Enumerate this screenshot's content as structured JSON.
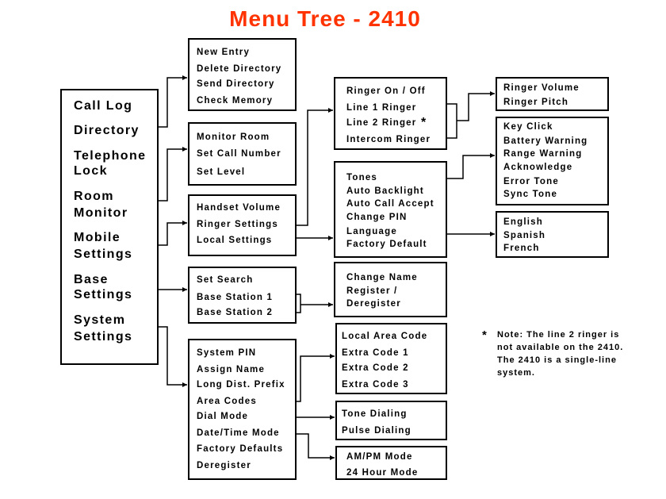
{
  "title": "Menu Tree - 2410",
  "colors": {
    "title": "#ff3300",
    "lines": "#000000",
    "background": "#ffffff"
  },
  "main_menu": {
    "call_log": "Call Log",
    "directory": "Directory",
    "telephone": "Telephone",
    "lock": "Lock",
    "room": "Room",
    "monitor": "Monitor",
    "mobile": "Mobile",
    "mobile_settings": "Settings",
    "base": "Base",
    "base_settings": "Settings",
    "system": "System",
    "system_settings": "Settings"
  },
  "directory_menu": [
    "New Entry",
    "Delete Directory",
    "Send Directory",
    "Check Memory"
  ],
  "room_monitor_menu": [
    "Monitor Room",
    "Set Call Number",
    "Set Level"
  ],
  "mobile_settings_menu": [
    "Handset Volume",
    "Ringer Settings",
    "Local Settings"
  ],
  "ringer_settings_menu": [
    "Ringer On / Off",
    "Line 1 Ringer",
    "Line 2 Ringer",
    "Intercom Ringer"
  ],
  "ringer_volume_menu": [
    "Ringer Volume",
    "Ringer Pitch"
  ],
  "local_settings_menu": [
    "Tones",
    "Auto Backlight",
    "Auto Call Accept",
    "Change PIN",
    "Language",
    "Factory Default"
  ],
  "tones_menu": [
    "Key Click",
    "Battery Warning",
    "Range Warning",
    "Acknowledge",
    "Error Tone",
    "Sync Tone"
  ],
  "language_menu": [
    "English",
    "Spanish",
    "French"
  ],
  "base_settings_menu": [
    "Set Search",
    "Base Station 1",
    "Base Station 2"
  ],
  "base_station_menu": [
    "Change Name",
    "Register /",
    "Deregister"
  ],
  "system_settings_menu": [
    "System PIN",
    "Assign Name",
    "Long Dist. Prefix",
    "Area Codes",
    "Dial Mode",
    "Date/Time Mode",
    "Factory Defaults",
    "Deregister"
  ],
  "area_codes_menu": [
    "Local Area Code",
    "Extra Code 1",
    "Extra Code 2",
    "Extra Code 3"
  ],
  "dial_mode_menu": [
    "Tone Dialing",
    "Pulse Dialing"
  ],
  "time_mode_menu": [
    "AM/PM Mode",
    "24 Hour Mode"
  ],
  "asterisk": "*",
  "note": [
    "Note: The line 2 ringer is",
    "not available on the 2410.",
    "The 2410 is a single-line",
    "system."
  ]
}
